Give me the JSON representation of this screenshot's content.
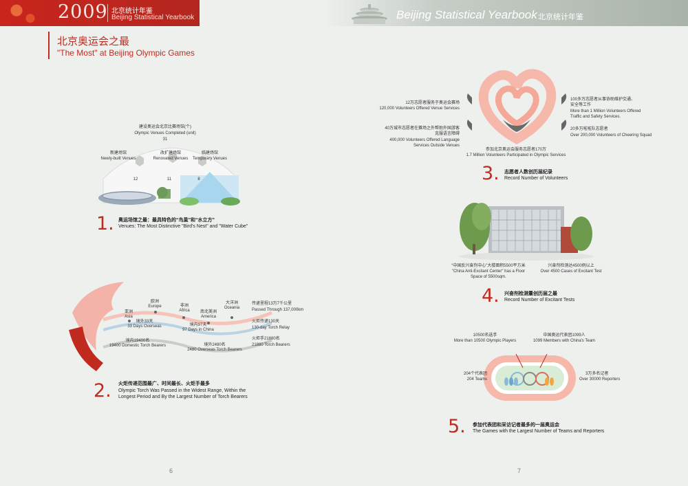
{
  "header": {
    "year": "2009",
    "left_cn": "北京统计年鉴",
    "left_en": "Beijing Statistical Yearbook",
    "right_en": "Beijing Statistical Yearbook",
    "right_cn": "北京统计年鉴"
  },
  "page_title": {
    "cn": "北京奥运会之最",
    "en": "\"The Most\" at Beijing Olympic Games"
  },
  "sec1": {
    "chart_title_cn": "建设奥运会北京比赛场馆(个)",
    "chart_title_en": "Olympic Venues Completed (unit)",
    "total": "31",
    "new_cn": "新建场馆",
    "new_en": "Newly-built Venues",
    "new_val": "12",
    "renov_cn": "改扩建场馆",
    "renov_en": "Renovated Venues",
    "renov_val": "11",
    "temp_cn": "临建场馆",
    "temp_en": "Temporary Venues",
    "temp_val": "8",
    "number": "1.",
    "cn": "奥运场馆之最：最具特色的“鸟巢”和“水立方”",
    "en": "Venues: The Most Distinctive \"Bird's Nest\" and \"Water Cube\""
  },
  "sec2": {
    "asia_cn": "亚洲",
    "asia_en": "Asia",
    "europe_cn": "欧洲",
    "europe_en": "Europe",
    "africa_cn": "非洲",
    "africa_en": "Africa",
    "america_cn": "南北美洲",
    "america_en": "America",
    "oceania_cn": "大洋洲",
    "oceania_en": "Oceania",
    "distance_cn": "传递里程13万7千公里",
    "distance_en": "Passed Through 137,000km",
    "overseas_days_cn": "境外33天",
    "overseas_days_en": "33 Days Overseas",
    "china_days_cn": "境内97天",
    "china_days_en": "97 Days in China",
    "relay_cn": "火炬传递130天",
    "relay_en": "130-day Torch Relay",
    "domestic_cn": "境内19400名",
    "domestic_en": "19400 Domestic Torch Bearers",
    "overseas_bearers_cn": "境外2480名",
    "overseas_bearers_en": "2480 Overseas Torch Bearers",
    "bearers_cn": "火炬手21880名",
    "bearers_en": "21880 Torch Bearers",
    "number": "2.",
    "cn": "火炬传递范围最广、时间最长、火炬手最多",
    "en1": "Olympic Torch Was Passed in the Widest Range, Within the",
    "en2": "Longest Period and By the Largest Number of Torch Bearers"
  },
  "sec3": {
    "a_cn": "12万志愿者服务于奥运会赛场",
    "a_en": "120,000 Volunteers Offered Venue Services",
    "b_cn": "40万城市志愿者在赛场之外帮助外国游客",
    "b_cn2": "克服语言障碍",
    "b_en": "400,000 Volunteers Offered Language",
    "b_en2": "Services Outside Venues",
    "c_cn": "100多万志愿者从事协助维护交通、",
    "c_cn2": "安全等工作",
    "c_en": "More than 1 Million Volunteers Offered",
    "c_en2": "Traffic and Safety Services.",
    "d_cn": "20多万啦啦队志愿者",
    "d_en": "Over 200,000 Volunteers of Cheering Squad",
    "e_cn": "参加北京奥运会服务志愿者170万",
    "e_en": "1.7 Million Volunteers Participated in Olympic Services",
    "number": "3.",
    "cn": "志愿者人数创历届纪录",
    "en": "Record Number of Volunteers"
  },
  "sec4": {
    "a_cn": "“中国反兴奋剂中心”大楼面积5500平方米",
    "a_en": "\"China Anti-Excitant Center\" has a Floor",
    "a_en2": "Space of 5500sqm.",
    "b_cn": "兴奋剂检测达4500例以上",
    "b_en": "Over 4500 Cases of Excitant Test",
    "number": "4.",
    "cn": "兴奋剂检测量创历届之最",
    "en": "Record Number of Excitant Tests"
  },
  "sec5": {
    "players_cn": "10500名选手",
    "players_en": "More than 10500 Olympic Players",
    "china_cn": "中国奥运代表团1099人",
    "china_en": "1099 Members with China's Team",
    "teams_cn": "204个代表团",
    "teams_en": "204 Teams",
    "reporters_cn": "3万多名记者",
    "reporters_en": "Over 30000 Reporters",
    "number": "5.",
    "cn": "参加代表团和采访记者最多的一届奥运会",
    "en": "The Games with the Largest Number of Teams and Reporters"
  },
  "pages": {
    "left": "6",
    "right": "7"
  },
  "colors": {
    "accent": "#c02a1f",
    "pink": "#f4b3a8"
  }
}
